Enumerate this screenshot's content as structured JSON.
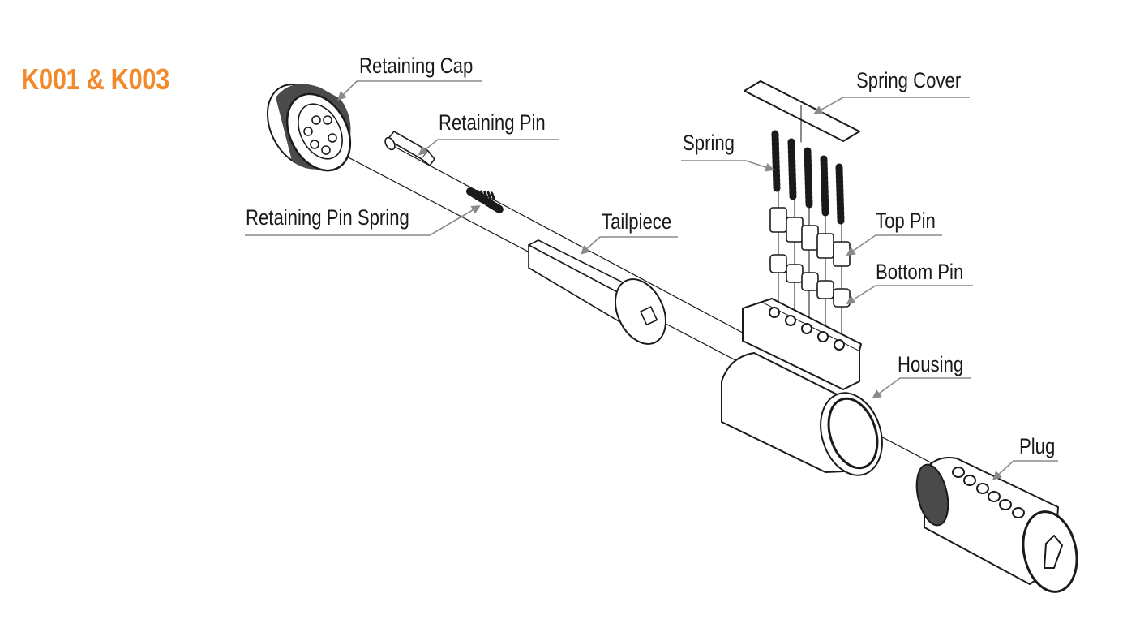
{
  "title": "K001 & K003",
  "accent_color": "#f28a2b",
  "line_color": "#1a1a1a",
  "leader_color": "#8a8a8a",
  "parts": {
    "retaining_cap": "Retaining Cap",
    "retaining_pin": "Retaining Pin",
    "retaining_pin_spring": "Retaining Pin Spring",
    "tailpiece": "Tailpiece",
    "spring_cover": "Spring Cover",
    "spring": "Spring",
    "top_pin": "Top Pin",
    "bottom_pin": "Bottom Pin",
    "housing": "Housing",
    "plug": "Plug"
  }
}
